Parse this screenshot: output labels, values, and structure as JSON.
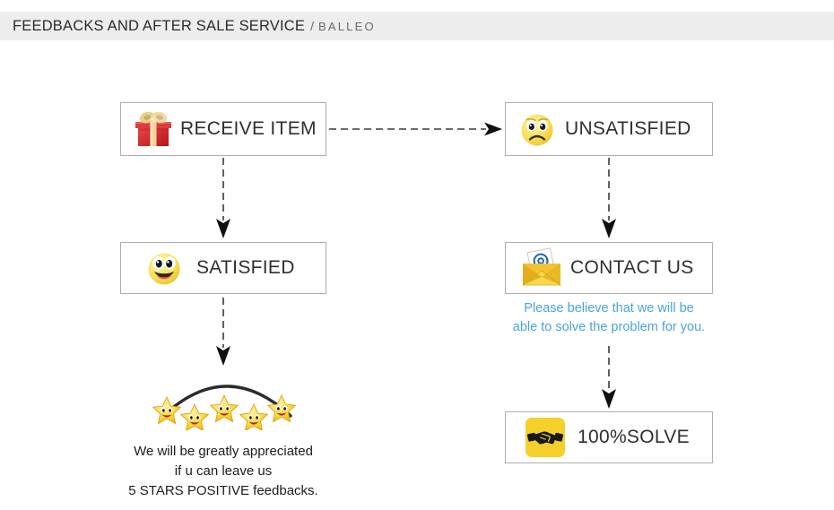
{
  "header": {
    "title": "FEEDBACKS AND AFTER SALE SERVICE",
    "separator": "/",
    "brand": "BALLEO"
  },
  "flow": {
    "boxes": [
      {
        "id": "receive-item",
        "label": "RECEIVE ITEM",
        "icon": "gift-box-icon"
      },
      {
        "id": "unsatisfied",
        "label": "UNSATISFIED",
        "icon": "sad-face-icon"
      },
      {
        "id": "satisfied",
        "label": "SATISFIED",
        "icon": "happy-face-icon"
      },
      {
        "id": "contact-us",
        "label": "CONTACT US",
        "icon": "email-envelope-icon"
      },
      {
        "id": "solve",
        "label": "100%SOLVE",
        "icon": "handshake-icon"
      }
    ],
    "arrows": [
      {
        "id": "receive-to-unsatisfied",
        "direction": "right"
      },
      {
        "id": "receive-to-satisfied",
        "direction": "down"
      },
      {
        "id": "unsatisfied-to-contact",
        "direction": "down"
      },
      {
        "id": "satisfied-to-stars",
        "direction": "down"
      },
      {
        "id": "contact-to-solve",
        "direction": "down"
      }
    ]
  },
  "contact_note": {
    "line1": "Please believe that we will be",
    "line2": "able to solve the problem for you.",
    "color": "#49a5dd"
  },
  "stars": {
    "count": 5,
    "icon": "smiling-star-icon"
  },
  "feedback_note": {
    "line1": "We will be greatly appreciated",
    "line2": "if u can leave us",
    "line3": "5 STARS POSITIVE feedbacks."
  },
  "colors": {
    "header_band": "#ededed",
    "box_border": "#aeaeae",
    "accent_blue": "#49a5dd",
    "star_yellow": "#fcd93b",
    "handshake_yellow": "#f5cf2a",
    "gift_red": "#d8252a"
  }
}
